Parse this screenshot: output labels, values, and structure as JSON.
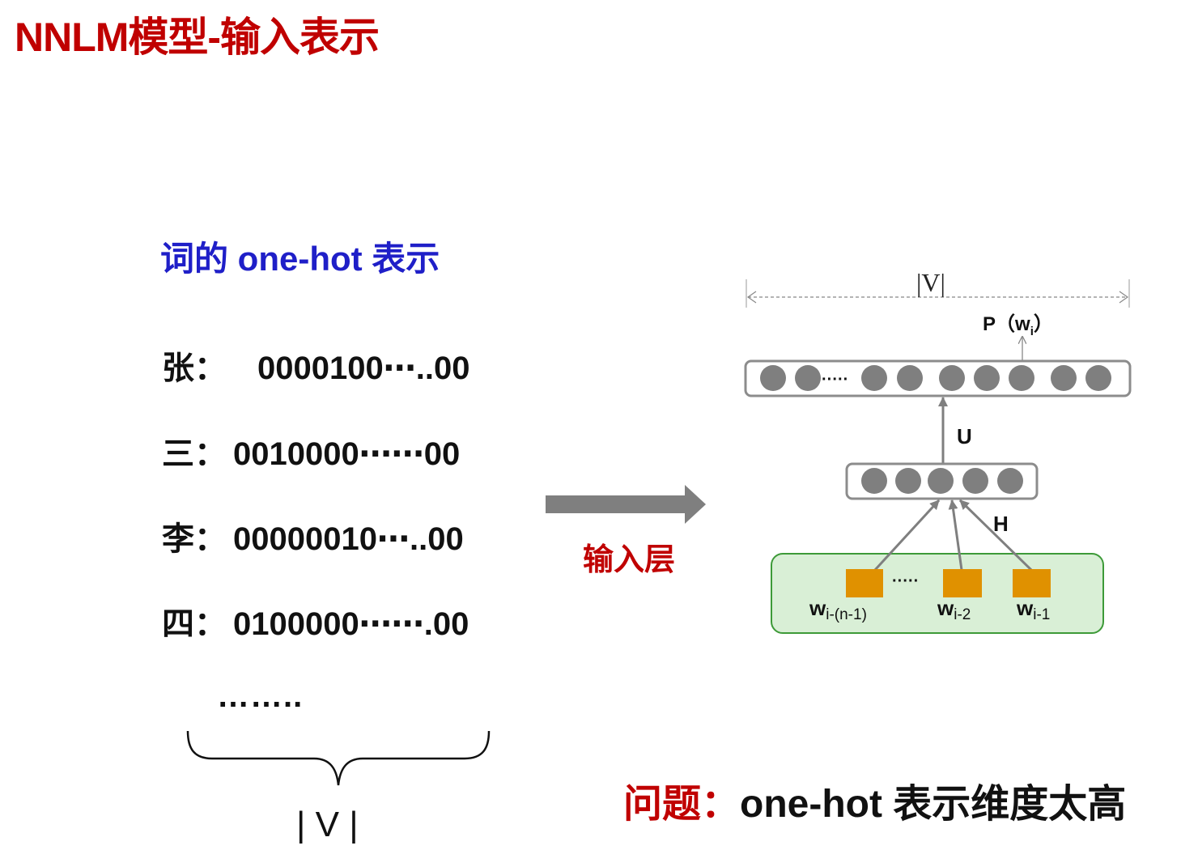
{
  "title": "NNLM模型-输入表示",
  "left_panel": {
    "heading": "词的 one-hot 表示",
    "rows": [
      {
        "char": "张：",
        "code": "0000100⋯..00"
      },
      {
        "char": "三：",
        "code": "0010000⋯⋯00"
      },
      {
        "char": "李：",
        "code": "00000010⋯..00"
      },
      {
        "char": "四：",
        "code": "0100000⋯⋯.00"
      }
    ],
    "ellipsis": "……..",
    "brace_label": "| V |"
  },
  "arrow_label": "输入层",
  "network": {
    "top_dim_label": "|V|",
    "output_label": "P（w",
    "output_sub": "i",
    "output_close": "）",
    "output_ellipsis": "·····",
    "U_label": "U",
    "H_label": "H",
    "input_ellipsis": "·····",
    "inputs": [
      {
        "base": "w",
        "sub": "i-(n-1)"
      },
      {
        "base": "w",
        "sub": "i-2"
      },
      {
        "base": "w",
        "sub": "i-1"
      }
    ],
    "colors": {
      "node": "#7f7f7f",
      "input_box": "#e09100",
      "input_panel_fill": "#d9efd6",
      "input_panel_stroke": "#3d9a38"
    }
  },
  "problem": {
    "prefix": "问题：",
    "text": "one-hot 表示维度太高"
  }
}
